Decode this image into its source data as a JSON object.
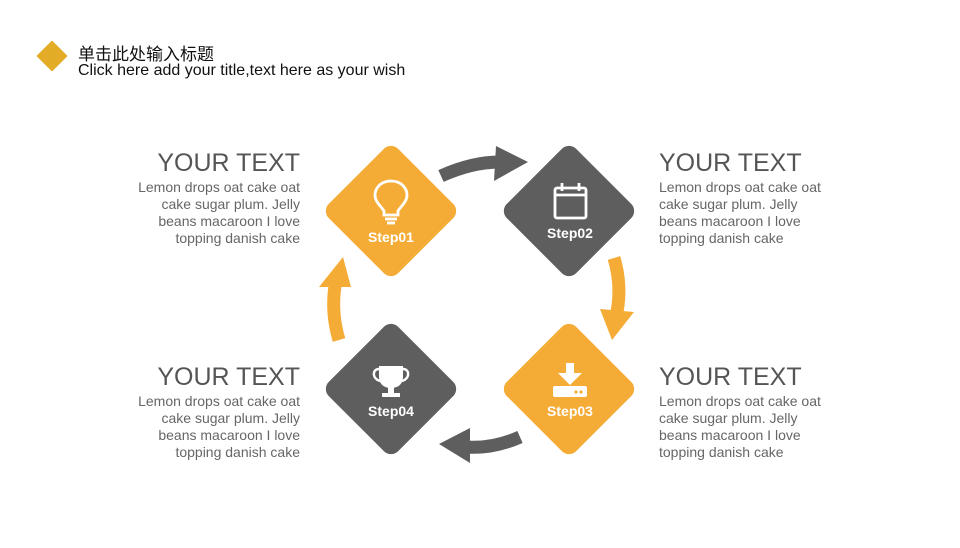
{
  "header": {
    "title_cn": "单击此处输入标题",
    "subtitle_en": "Click here add your title,text here as your wish",
    "accent_color": "#e2ac26"
  },
  "colors": {
    "yellow": "#f5ac36",
    "gray": "#5f5e5e"
  },
  "steps": [
    {
      "label": "Step01",
      "icon": "lightbulb-icon",
      "color": "yellow"
    },
    {
      "label": "Step02",
      "icon": "calendar-icon",
      "color": "gray"
    },
    {
      "label": "Step03",
      "icon": "download-icon",
      "color": "yellow"
    },
    {
      "label": "Step04",
      "icon": "trophy-icon",
      "color": "gray"
    }
  ],
  "blocks": [
    {
      "heading": "YOUR TEXT",
      "lines": [
        "Lemon drops oat cake oat",
        "cake sugar plum. Jelly",
        "beans macaroon I love",
        "topping danish cake"
      ]
    },
    {
      "heading": "YOUR TEXT",
      "lines": [
        "Lemon drops oat cake oat",
        "cake sugar plum. Jelly",
        "beans macaroon I love",
        "topping danish cake"
      ]
    },
    {
      "heading": "YOUR TEXT",
      "lines": [
        "Lemon drops oat cake oat",
        "cake sugar plum. Jelly",
        "beans macaroon I love",
        "topping danish cake"
      ]
    },
    {
      "heading": "YOUR TEXT",
      "lines": [
        "Lemon drops oat cake oat",
        "cake sugar plum. Jelly",
        "beans macaroon I love",
        "topping danish cake"
      ]
    }
  ]
}
